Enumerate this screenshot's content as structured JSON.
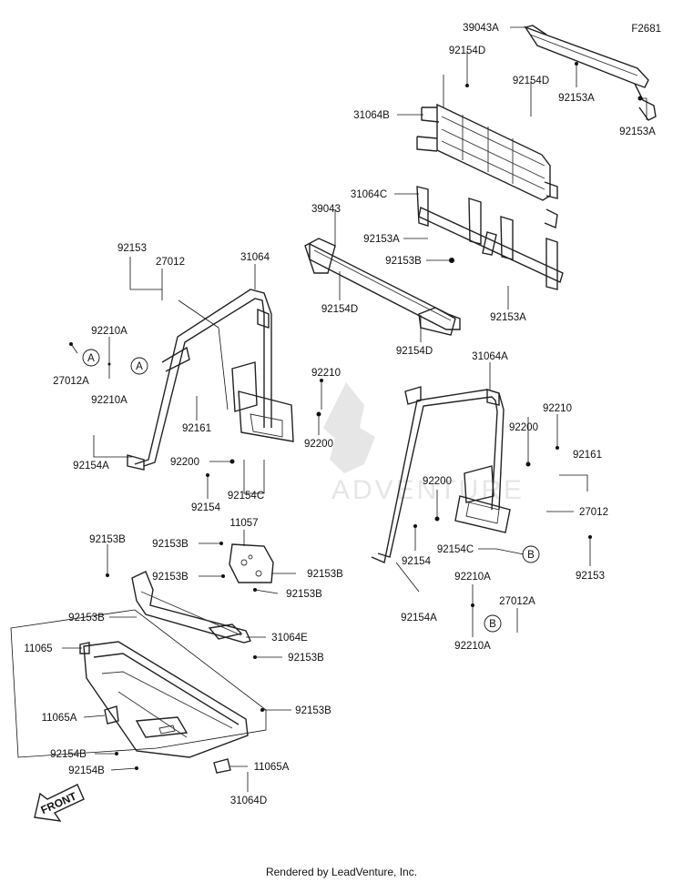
{
  "figure_code": "F2681",
  "footer": "Rendered by LeadVenture, Inc.",
  "watermark_text": "ADVENTURE",
  "front_label": "FRONT",
  "ref_letters": [
    "A",
    "A",
    "B",
    "B"
  ],
  "labels": [
    "39043A",
    "92154D",
    "92154D",
    "92153A",
    "92153A",
    "31064B",
    "31064C",
    "39043",
    "92153A",
    "92153B",
    "92154D",
    "92154D",
    "92153A",
    "92153",
    "27012",
    "31064",
    "92210A",
    "27012A",
    "92210A",
    "92210",
    "92161",
    "92200",
    "92200",
    "92154",
    "92154C",
    "92154A",
    "31064A",
    "92210",
    "92200",
    "92161",
    "92200",
    "27012",
    "92154",
    "92154C",
    "92153",
    "92154A",
    "92210A",
    "27012A",
    "92210A",
    "11057",
    "92153B",
    "92153B",
    "92153B",
    "92153B",
    "92153B",
    "92153B",
    "31064E",
    "92153B",
    "11065",
    "11065A",
    "92153B",
    "92154B",
    "92154B",
    "11065A",
    "31064D"
  ]
}
